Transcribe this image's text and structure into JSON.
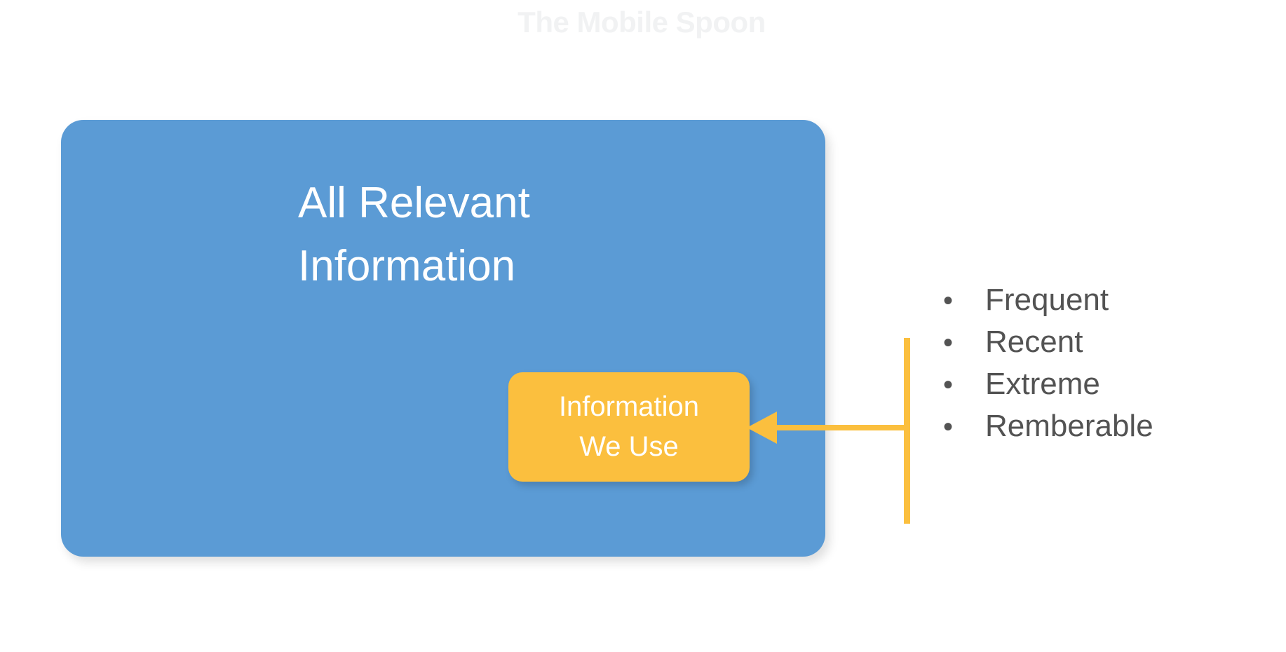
{
  "slide": {
    "watermark_title": "The Mobile Spoon",
    "background_color": "#ffffff"
  },
  "blue_panel": {
    "name": "all-relevant-information",
    "fill_color": "#5b9bd5",
    "text_color": "#ffffff",
    "heading_line_1": "All Relevant",
    "heading_line_2": "Information"
  },
  "yellow_box": {
    "name": "information-we-use",
    "fill_color": "#fbbf3e",
    "text_color": "#ffffff",
    "label_line_1": "Information",
    "label_line_2": "We Use"
  },
  "connector": {
    "name": "bracket-arrow",
    "color": "#fbbf3e",
    "direction": "left",
    "icon": "arrow-left-icon"
  },
  "bullet_list": {
    "bullet_glyph": "•",
    "text_color": "#535353",
    "items": [
      {
        "label": "Frequent"
      },
      {
        "label": "Recent"
      },
      {
        "label": "Extreme"
      },
      {
        "label": "Remberable"
      }
    ]
  }
}
